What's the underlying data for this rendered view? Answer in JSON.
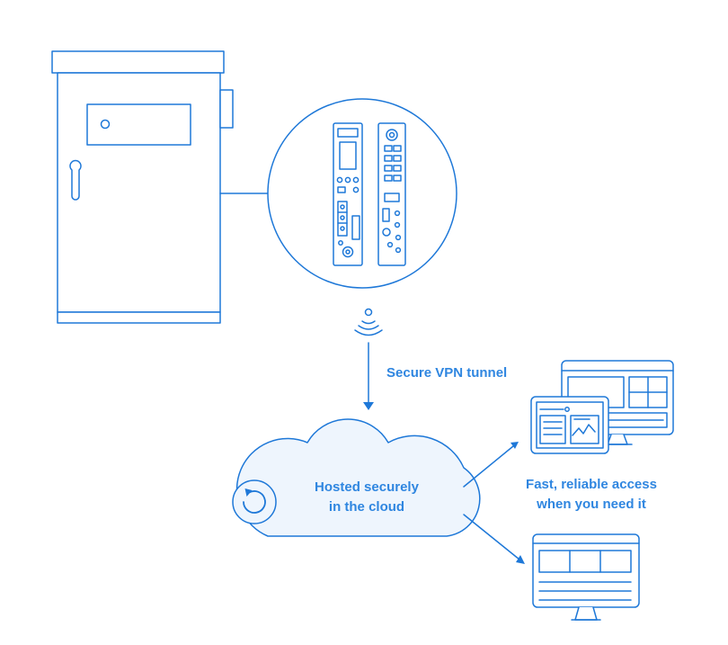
{
  "labels": {
    "vpn_tunnel": "Secure VPN tunnel",
    "cloud_line1": "Hosted securely",
    "cloud_line2": "in the cloud",
    "access_line1": "Fast, reliable access",
    "access_line2": "when you need it"
  },
  "colors": {
    "stroke": "#1e78d8",
    "fill_light": "#eef5fd",
    "text": "#2f86e0",
    "background": "#ffffff"
  },
  "icons": {
    "cabinet": "electrical-cabinet-icon",
    "hardware": "modular-controller-icon",
    "wireless": "wireless-signal-icon",
    "cloud": "cloud-icon",
    "sync": "sync-icon",
    "dashboard": "dashboard-monitor-icon",
    "tablet": "tablet-icon",
    "monitor": "monitor-icon"
  }
}
